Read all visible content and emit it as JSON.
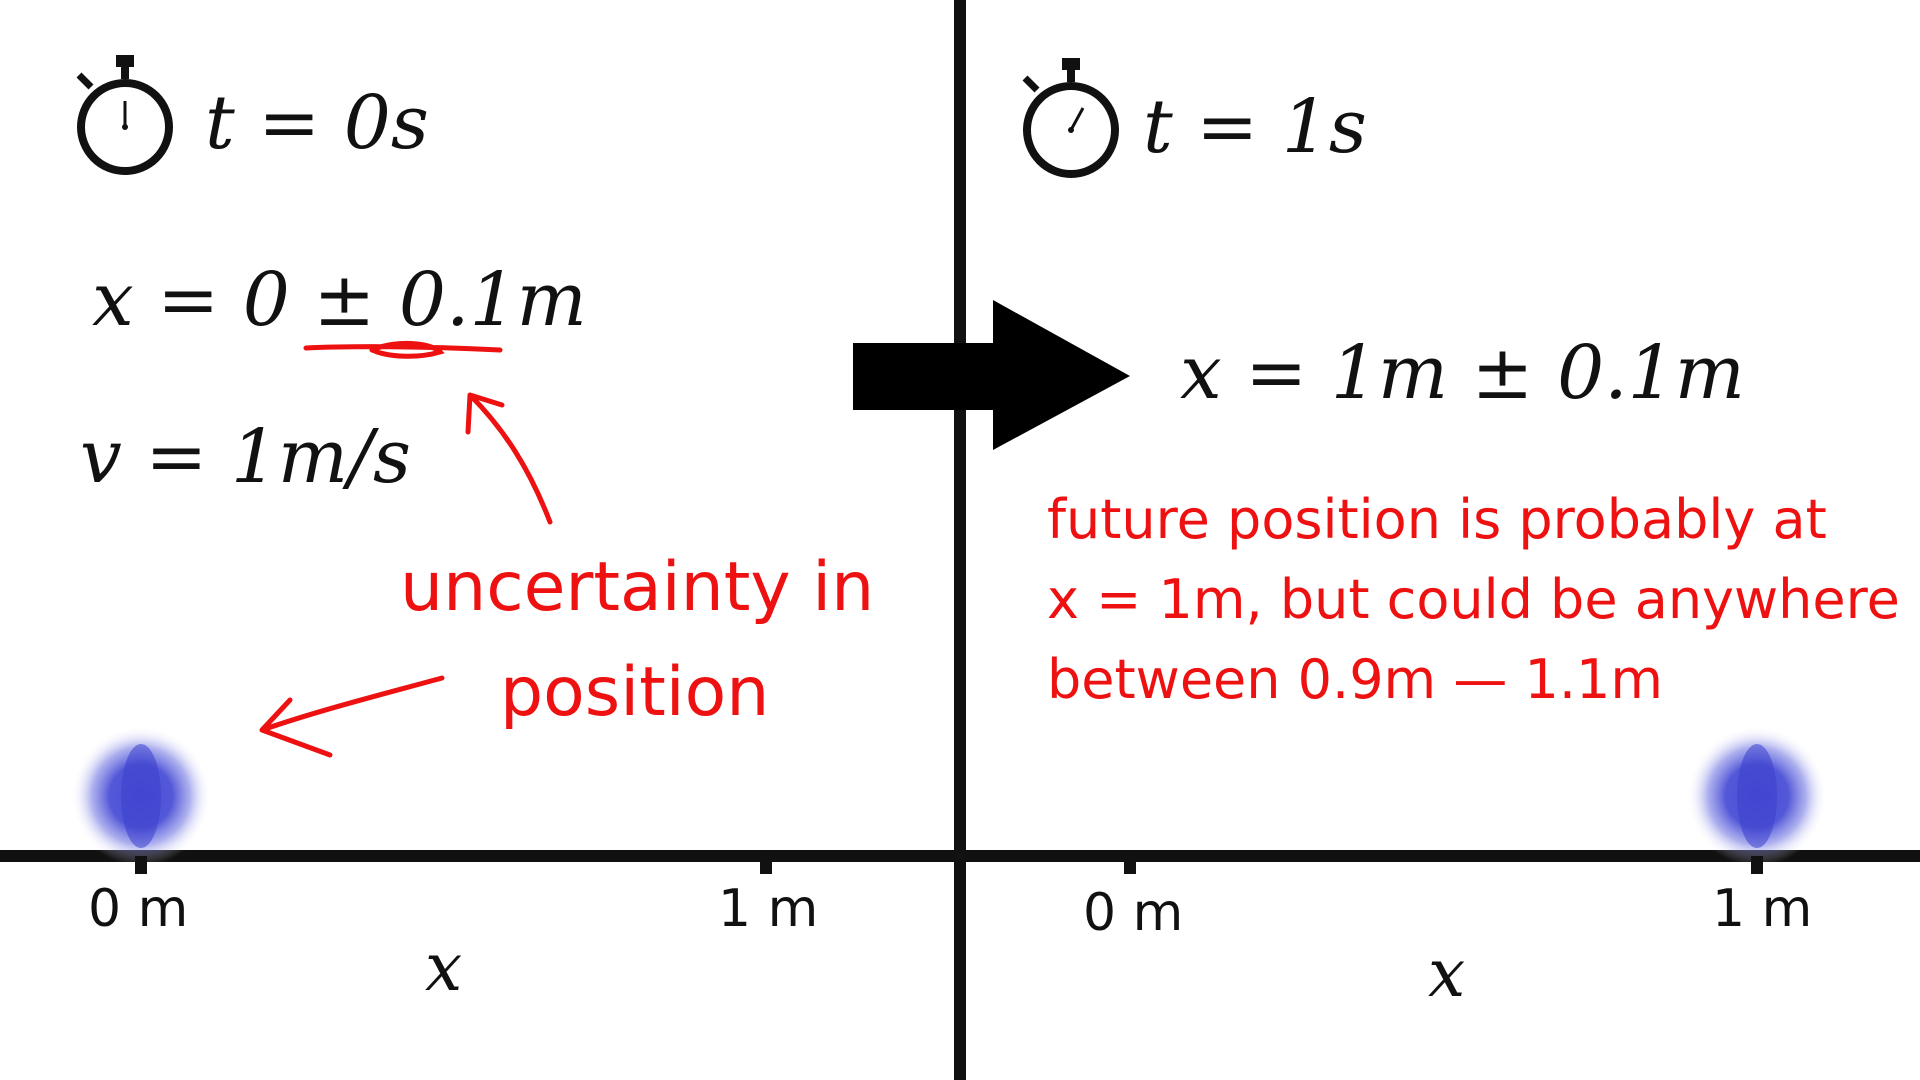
{
  "left_panel": {
    "time_label": "t = 0s",
    "position_eq": "x = 0 ± 0.1m",
    "velocity_eq": "v = 1m/s",
    "annotation_lines": [
      "uncertainty in",
      "position"
    ],
    "axis": {
      "tick_labels": [
        "0 m",
        "1 m"
      ],
      "variable_label": "x"
    },
    "particle_position_m": 0
  },
  "right_panel": {
    "time_label": "t = 1s",
    "position_eq": "x = 1m ± 0.1m",
    "annotation_lines": [
      "future position is probably at",
      "x = 1m, but could be anywhere",
      "between 0.9m — 1.1m"
    ],
    "axis": {
      "tick_labels": [
        "0 m",
        "1 m"
      ],
      "variable_label": "x"
    },
    "particle_position_m": 1
  },
  "colors": {
    "ink": "#111111",
    "annotation": "#ee1111",
    "particle": "#4a4fd6",
    "background": "#ffffff"
  },
  "icons": [
    "stopwatch-icon",
    "arrow-right-icon"
  ]
}
